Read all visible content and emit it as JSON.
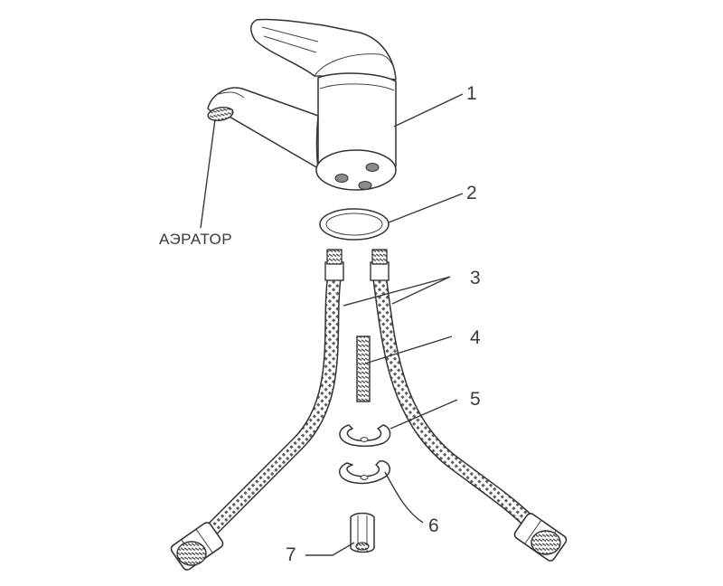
{
  "diagram": {
    "aerator_label": "АЭРАТОР",
    "callouts": [
      {
        "n": "1"
      },
      {
        "n": "2"
      },
      {
        "n": "3"
      },
      {
        "n": "4"
      },
      {
        "n": "5"
      },
      {
        "n": "6"
      },
      {
        "n": "7"
      }
    ],
    "colors": {
      "line": "#333333",
      "hose_mesh": "#6a6a6a",
      "background": "#ffffff"
    }
  }
}
